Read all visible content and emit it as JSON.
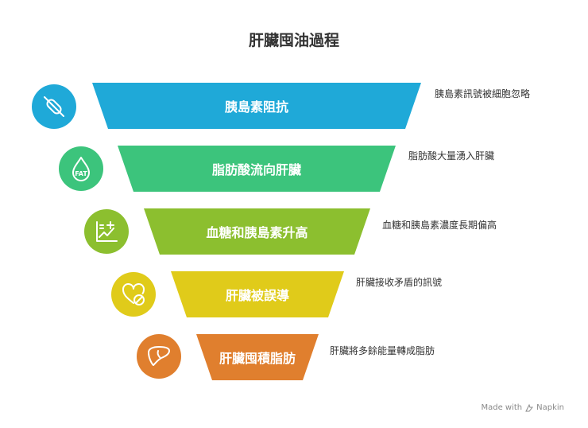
{
  "title": "肝臟囤油過程",
  "stages": [
    {
      "label": "胰島素阻抗",
      "description": "胰島素訊號被細胞忽略",
      "color": "#1fa9d8",
      "icon": "syringe-crossed-icon"
    },
    {
      "label": "脂肪酸流向肝臟",
      "description": "脂肪酸大量湧入肝臟",
      "color": "#3cc47c",
      "icon": "fat-drop-icon"
    },
    {
      "label": "血糖和胰島素升高",
      "description": "血糖和胰島素濃度長期偏高",
      "color": "#8cbf2f",
      "icon": "rising-chart-plus-icon"
    },
    {
      "label": "肝臟被誤導",
      "description": "肝臟接收矛盾的訊號",
      "color": "#e0cb1a",
      "icon": "heart-prohibited-icon"
    },
    {
      "label": "肝臟囤積脂肪",
      "description": "肝臟將多餘能量轉成脂肪",
      "color": "#e07f2e",
      "icon": "liver-icon"
    }
  ],
  "footer": {
    "made_with": "Made with",
    "brand": "Napkin"
  }
}
